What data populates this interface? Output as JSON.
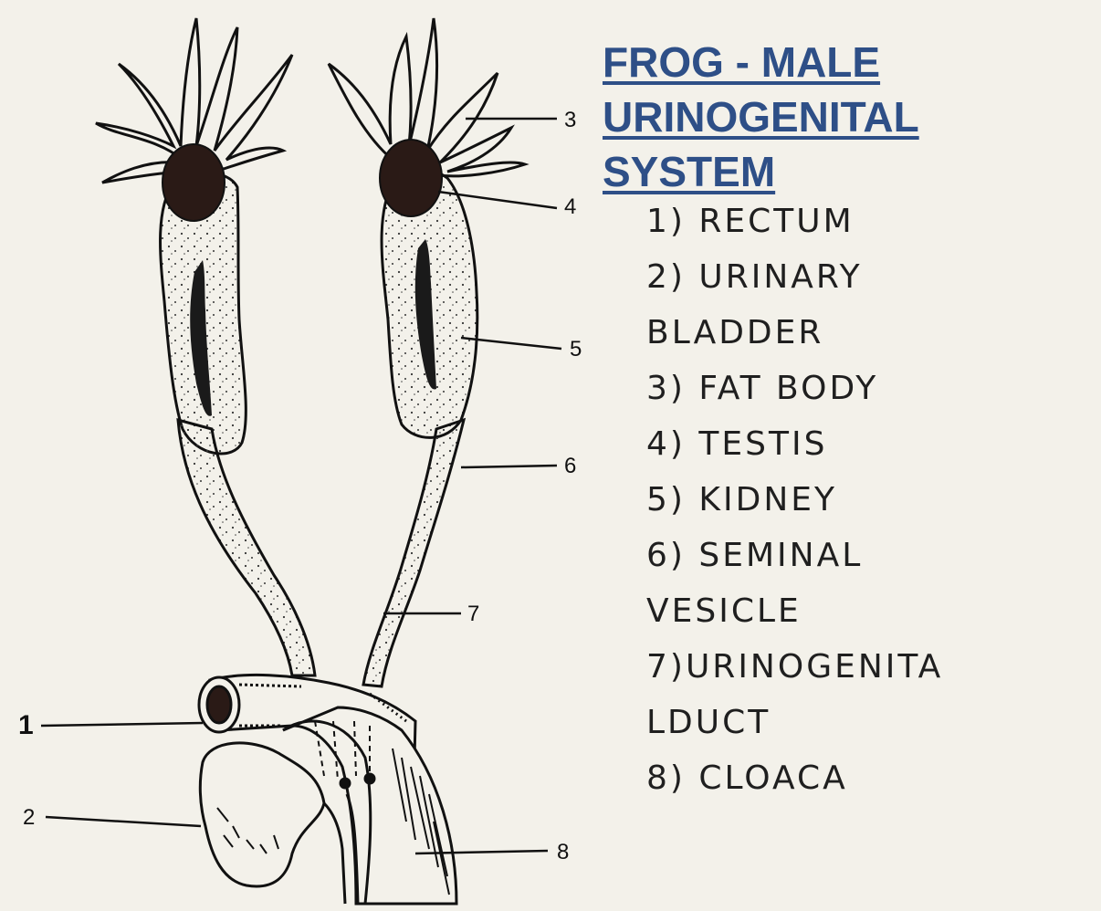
{
  "title": {
    "line1": "FROG - MALE",
    "line2": "URINOGENITAL",
    "line3": "SYSTEM"
  },
  "legend": {
    "items": [
      "1) RECTUM",
      "2) URINARY",
      "BLADDER",
      "3) FAT BODY",
      "4) TESTIS",
      "5) KIDNEY",
      "6) SEMINAL",
      "VESICLE",
      "7)URINOGENITA",
      "LDUCT",
      "8) CLOACA"
    ]
  },
  "callouts": {
    "n1": "1",
    "n2": "2",
    "n3": "3",
    "n4": "4",
    "n5": "5",
    "n6": "6",
    "n7": "7",
    "n8": "8"
  },
  "colors": {
    "background": "#f3f1ea",
    "title": "#2e4f87",
    "ink": "#111111",
    "testis": "#2a1a16"
  }
}
